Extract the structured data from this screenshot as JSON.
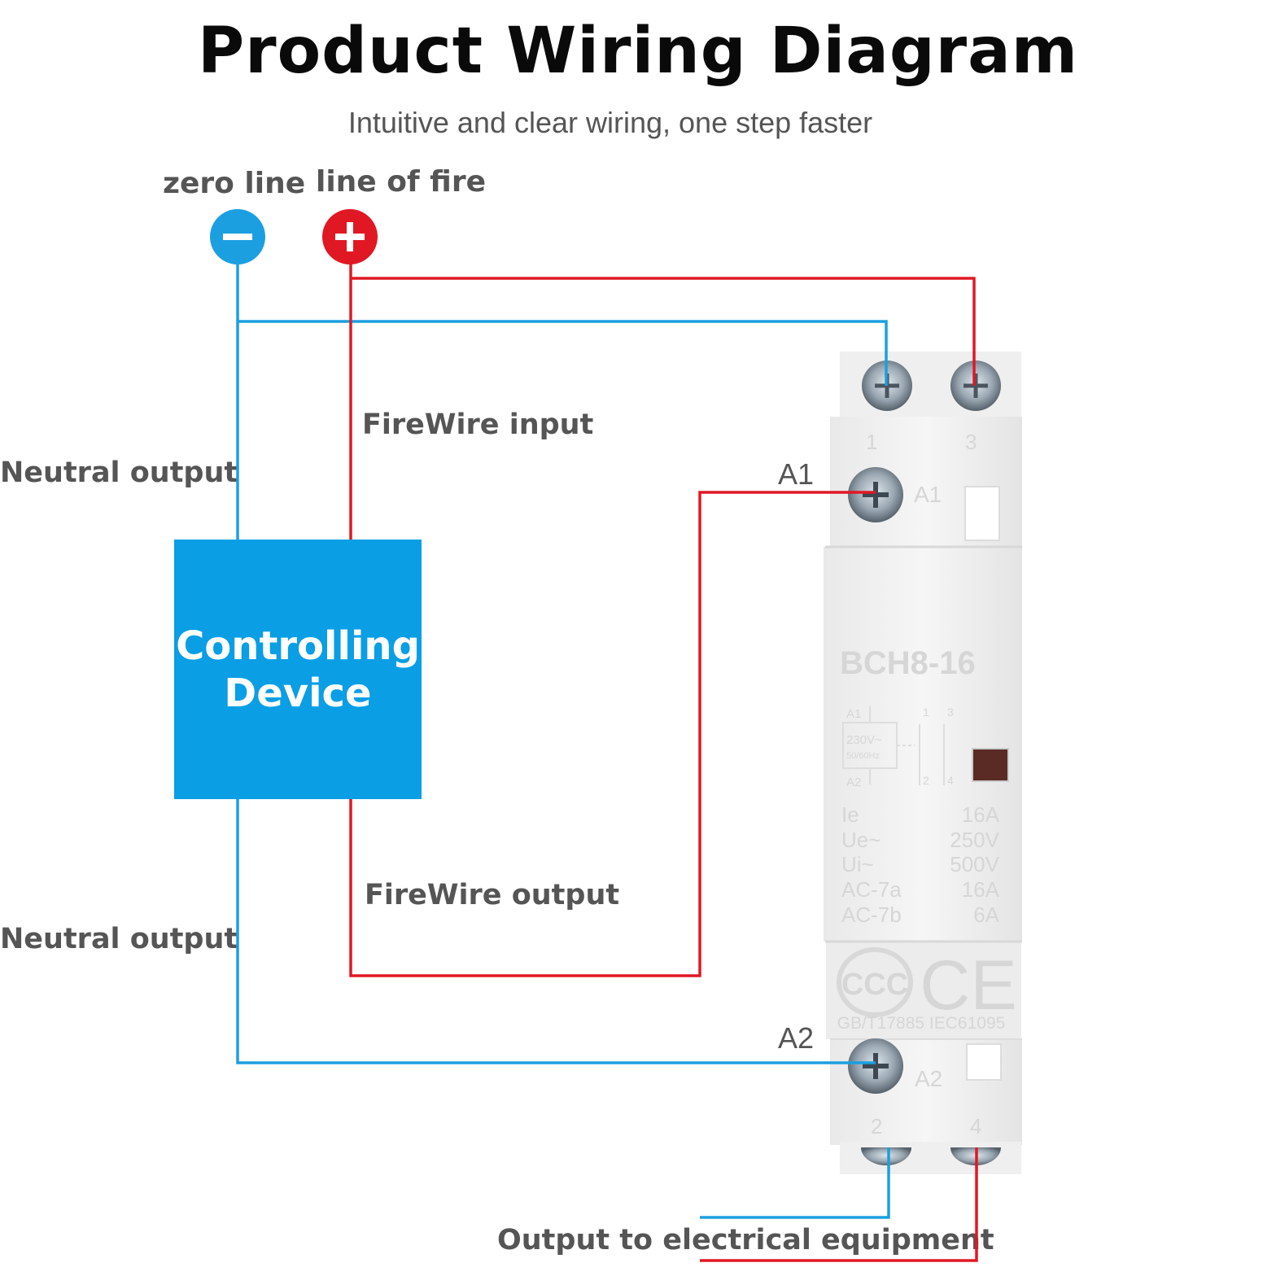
{
  "title": "Product Wiring Diagram",
  "subtitle": "Intuitive and clear wiring, one step faster",
  "labels": {
    "zero_line": "zero line",
    "line_of_fire": "line of fire",
    "neutral_output_top": "Neutral output",
    "neutral_output_bottom": "Neutral output",
    "firewire_input": "FireWire input",
    "firewire_output": "FireWire output",
    "output_equipment": "Output to electrical equipment",
    "a1": "A1",
    "a2": "A2"
  },
  "controller": {
    "line1": "Controlling",
    "line2": "Device"
  },
  "device": {
    "model": "BCH8-16",
    "terminal_1": "1",
    "terminal_3": "3",
    "terminal_2": "2",
    "terminal_4": "4",
    "a1_mark": "A1",
    "a2_mark": "A2",
    "coil_a1": "A1",
    "coil_a2": "A2",
    "contact_1": "1",
    "contact_3": "3",
    "contact_2": "2",
    "contact_4": "4",
    "coil_voltage": "230V~",
    "coil_freq": "50/60Hz",
    "specs": [
      {
        "name": "Ie",
        "value": "16A"
      },
      {
        "name": "Ue~",
        "value": "250V"
      },
      {
        "name": "Ui~",
        "value": "500V"
      },
      {
        "name": "AC-7a",
        "value": "16A"
      },
      {
        "name": "AC-7b",
        "value": "6A"
      }
    ],
    "cert_ccc": "CCC",
    "cert_ce": "CE",
    "standards": "GB/T17885 IEC61095"
  },
  "colors": {
    "neutral": "#1b9fe0",
    "fire": "#e01824",
    "controller": "#0a9ee5",
    "label": "#555555"
  },
  "icons": {
    "zero": "minus-icon",
    "fire": "plus-icon"
  }
}
